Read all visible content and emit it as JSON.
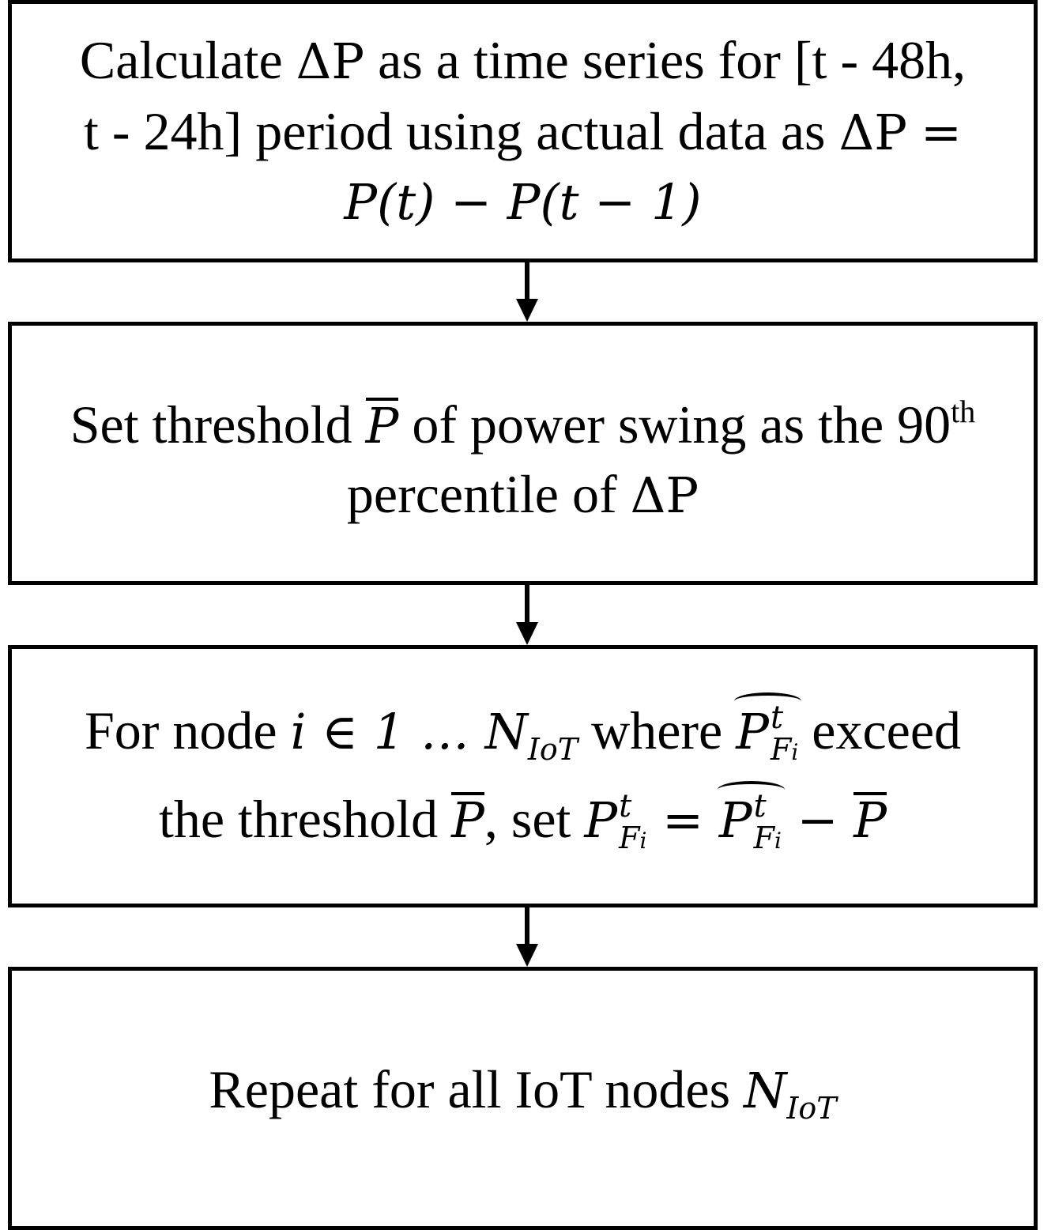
{
  "steps": [
    {
      "line1_a": "Calculate ",
      "line1_b": " as a time series for [t - 48h,",
      "line2_a": "t - 24h] period using actual data as ",
      "line2_eq": "=",
      "line3": "P(t)  − P(t − 1)"
    },
    {
      "line1_a": "Set threshold ",
      "line1_b": " of power swing as the 90",
      "line1_sup": "th",
      "line2_a": "percentile of "
    },
    {
      "line1_a": "For node ",
      "line1_math": "i ∈ 1 … ",
      "line1_b": " where ",
      "line1_c": " exceed",
      "line2_a": "the threshold ",
      "line2_b": ", set ",
      "line2_eq": " = ",
      "line2_minus": " − "
    },
    {
      "text_a": "Repeat for all IoT nodes "
    }
  ],
  "symbols": {
    "delta_p": "ΔP",
    "p": "P",
    "n": "N",
    "iot": "IoT",
    "t": "t",
    "f": "F",
    "i": "i"
  },
  "colors": {
    "stroke": "#000000",
    "background": "#ffffff"
  }
}
